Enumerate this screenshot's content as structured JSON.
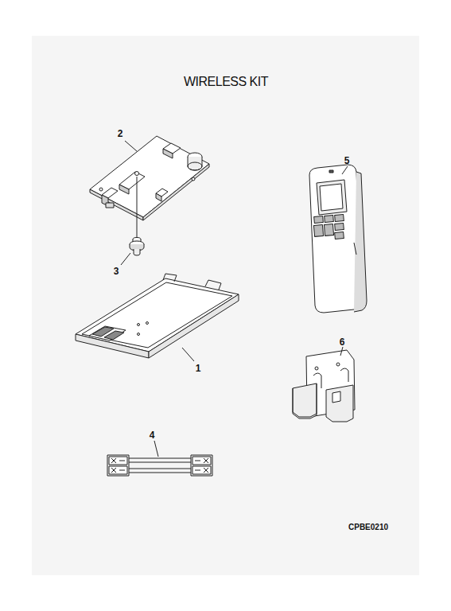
{
  "diagram": {
    "title": "WIRELESS KIT",
    "labels": [
      "2",
      "5",
      "3",
      "1",
      "6",
      "4",
      "CPBE0210"
    ]
  }
}
